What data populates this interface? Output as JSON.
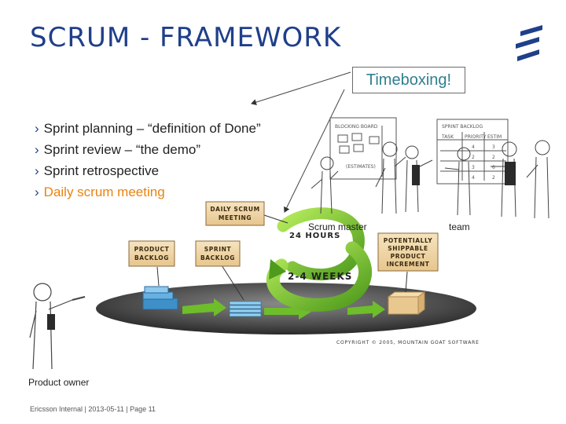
{
  "slide": {
    "title": "SCRUM - FRAMEWORK",
    "timeboxing": "Timeboxing!",
    "bullets": [
      {
        "marker": "›",
        "text": "Sprint planning – “definition of Done”"
      },
      {
        "marker": "›",
        "text": "Sprint review – “the demo”"
      },
      {
        "marker": "›",
        "text": "Sprint retrospective"
      },
      {
        "marker": "›",
        "text": "Daily scrum meeting"
      }
    ],
    "highlight_color": "#e8830f",
    "title_color": "#1f3f8a",
    "footer": "Ericsson Internal  |  2013-05-11  |  Page 11"
  },
  "diagram": {
    "boxes": {
      "daily_scrum": "DAILY SCRUM MEETING",
      "product_backlog": "PRODUCT BACKLOG",
      "sprint_backlog": "SPRINT BACKLOG",
      "increment": "POTENTIALLY SHIPPABLE PRODUCT INCREMENT"
    },
    "cycle_inner": "24 HOURS",
    "cycle_outer": "2-4 WEEKS",
    "copyright": "COPYRIGHT © 2005, MOUNTAIN GOAT SOFTWARE"
  },
  "labels": {
    "scrum_master": "Scrum master",
    "team": "team",
    "product_owner": "Product owner"
  },
  "sketch": {
    "board1_title": "BLOCKING BOARD",
    "board1_note": "(ESTIMATES)",
    "board2_title": "SPRINT BACKLOG",
    "board2_headers": [
      "TASK",
      "PRIORITY",
      "ESTIM"
    ],
    "board2_values": [
      "4",
      "2",
      "3",
      "4"
    ],
    "board2_values2": [
      "3",
      "2",
      "6",
      "2"
    ]
  },
  "logo": {
    "icon": "ericsson-logo-icon",
    "color": "#1f3f8a"
  }
}
